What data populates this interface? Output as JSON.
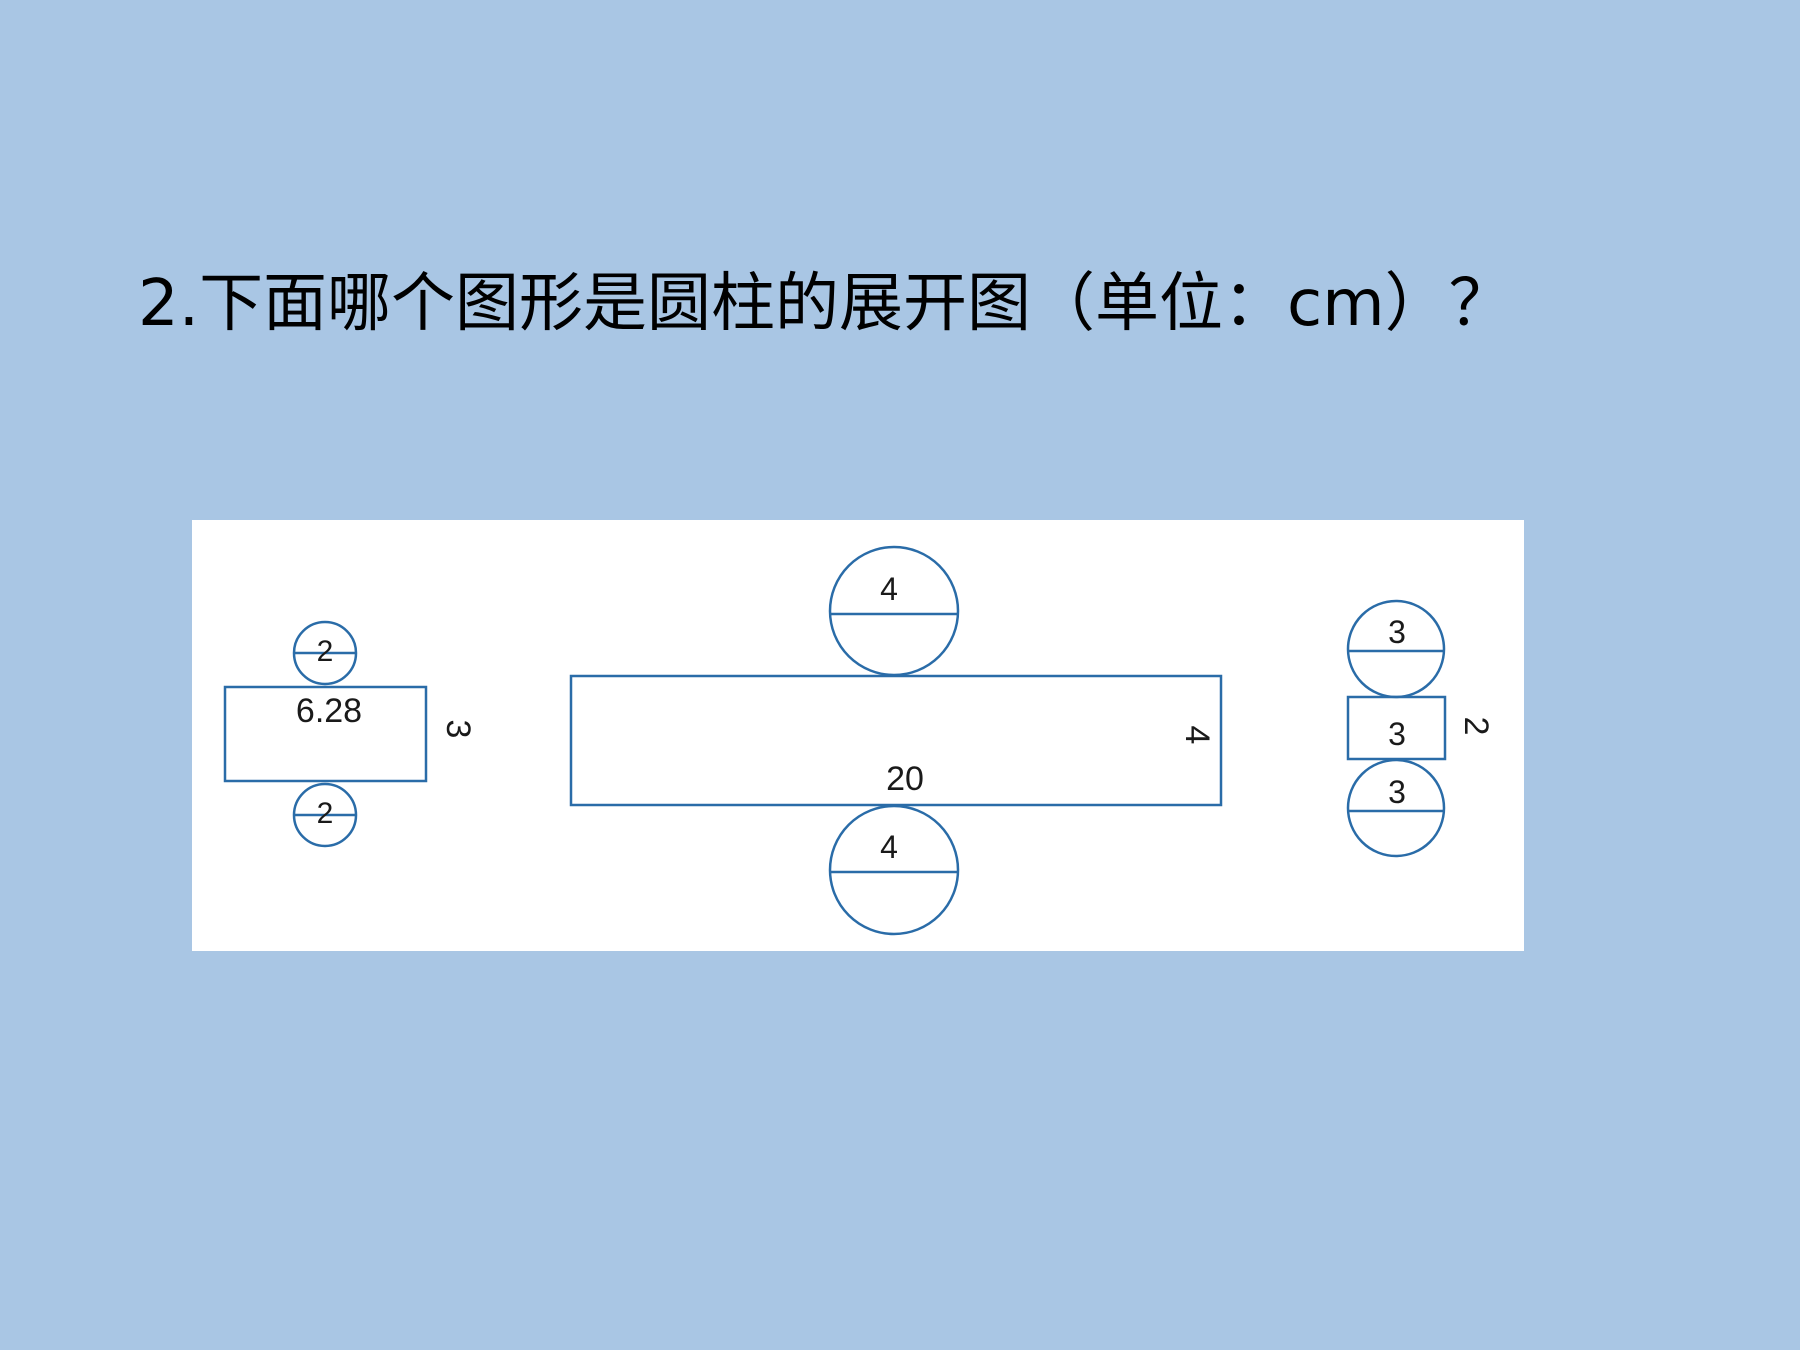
{
  "question": {
    "title": "2.下面哪个图形是圆柱的展开图（单位：cm）？"
  },
  "colors": {
    "background": "#a9c6e4",
    "panel": "#ffffff",
    "shape_stroke": "#2a6ca8",
    "text": "#000000"
  },
  "figures": {
    "a": {
      "circle_top_diameter": "2",
      "circle_bottom_diameter": "2",
      "rect_width": "6.28",
      "rect_height": "3"
    },
    "b": {
      "circle_top_diameter": "4",
      "circle_bottom_diameter": "4",
      "rect_width": "20",
      "rect_height": "4"
    },
    "c": {
      "circle_top_diameter": "3",
      "rect_width": "3",
      "circle_bottom_diameter": "3",
      "rect_height": "2"
    }
  }
}
